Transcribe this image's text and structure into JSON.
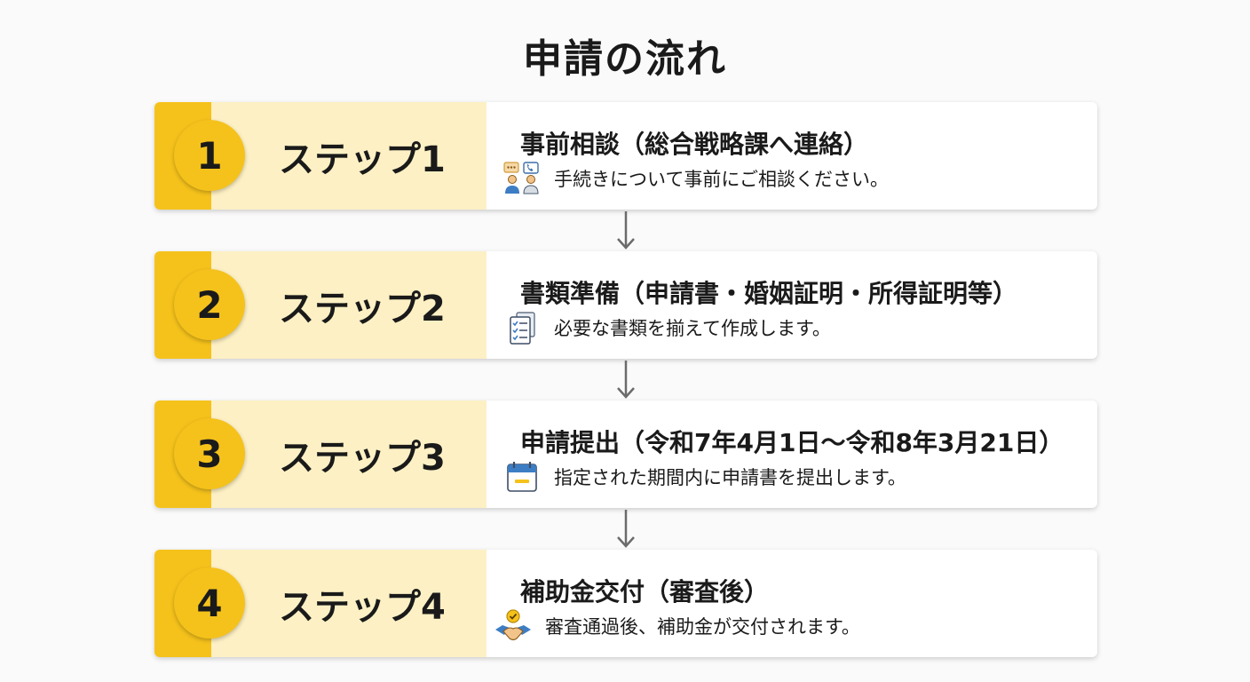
{
  "title": "申請の流れ",
  "steps": [
    {
      "number": "1",
      "label": "ステップ1",
      "heading": "事前相談（総合戦略課へ連絡）",
      "description": "手続きについて事前にご相談ください。",
      "icon": "consultation-icon"
    },
    {
      "number": "2",
      "label": "ステップ2",
      "heading": "書類準備（申請書・婚姻証明・所得証明等）",
      "description": "必要な書類を揃えて作成します。",
      "icon": "document-checklist-icon"
    },
    {
      "number": "3",
      "label": "ステップ3",
      "heading": "申請提出（令和7年4月1日〜令和8年3月21日）",
      "description": "指定された期間内に申請書を提出します。",
      "icon": "calendar-icon"
    },
    {
      "number": "4",
      "label": "ステップ4",
      "heading": "補助金交付（審査後）",
      "description": "審査通過後、補助金が交付されます。",
      "icon": "handshake-icon"
    }
  ],
  "colors": {
    "accent": "#f5c21b",
    "panel": "#fdf0c4",
    "arrow": "#6b6b6b"
  }
}
